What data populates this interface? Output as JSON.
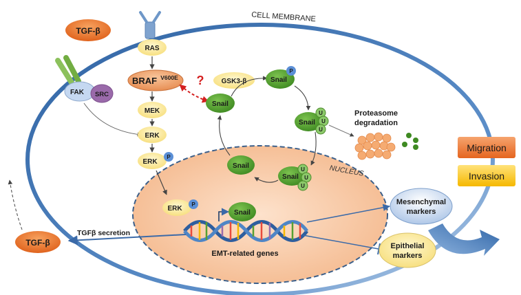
{
  "membrane_label": "CELL MEMBRANE",
  "nucleus_label": "NUCLEUS",
  "tgfb_outside": "TGF-β",
  "tgfb_secreted": "TGF-β",
  "tgfb_secretion_label": "TGFβ secretion",
  "fak": "FAK",
  "src": "SRC",
  "ras": "RAS",
  "braf": "BRAF",
  "braf_mutation": "V600E",
  "question_mark": "?",
  "mek": "MEK",
  "erk": "ERK",
  "erk_p": "ERK",
  "erk_nucleus": "ERK",
  "phospho": "P",
  "gsk3b": "GSK3-β",
  "snail": "Snail",
  "ubiquitin": "U",
  "proteasome_line1": "Proteasome",
  "proteasome_line2": "degradation",
  "emt_genes": "EMT-related genes",
  "mesenchymal_line1": "Mesenchymal",
  "mesenchymal_line2": "markers",
  "epithelial_line1": "Epithelial",
  "epithelial_line2": "markers",
  "migration": "Migration",
  "invasion": "Invasion",
  "colors": {
    "membrane": "#3f74b3",
    "cytoplasm": "#ffffff",
    "nucleus_fill": "#f7cba8",
    "nucleus_border": "#3b5f8a",
    "tgfb": "#e8702a",
    "yellow": "#fbe89a",
    "snail_green": "#57a031",
    "braf": "#f0a070",
    "phospho_blue": "#5b8fd6",
    "fak": "#b8d0ef",
    "src": "#9a6aaa",
    "migration": "#ef7f3c",
    "invasion": "#f7c51a",
    "big_arrow": "#3b72b0",
    "red_arrow": "#d42020"
  }
}
